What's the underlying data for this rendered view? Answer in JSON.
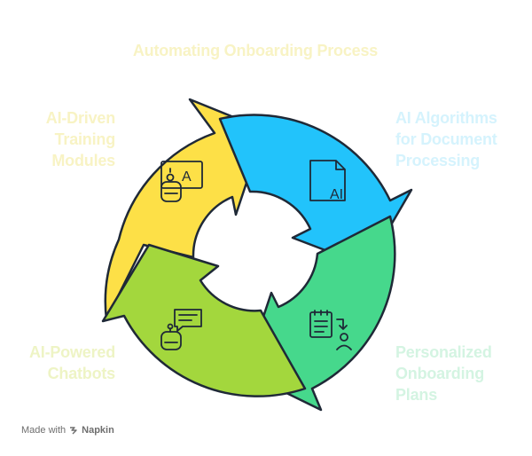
{
  "title": "Automating Onboarding Process",
  "segments": [
    {
      "label": "AI-Driven\nTraining\nModules",
      "color": "#fde047",
      "label_color": "#f8f3c4",
      "icon": "robot-assistant-icon"
    },
    {
      "label": "AI Algorithms\nfor Document\nProcessing",
      "color": "#22c3fb",
      "label_color": "#d5f3fd",
      "icon": "ai-document-icon"
    },
    {
      "label": "Personalized\nOnboarding\nPlans",
      "color": "#46d88c",
      "label_color": "#d4f4e2",
      "icon": "checklist-person-icon"
    },
    {
      "label": "AI-Powered\nChatbots",
      "color": "#a3d73d",
      "label_color": "#eef4c5",
      "icon": "chatbot-icon"
    }
  ],
  "icon_text": {
    "ai": "AI",
    "a": "A"
  },
  "watermark": {
    "prefix": "Made with",
    "brand": "Napkin"
  }
}
